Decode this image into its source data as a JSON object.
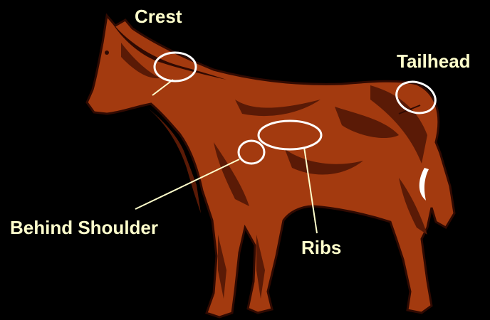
{
  "colors": {
    "background": "#000000",
    "horse_body": "#a33a0f",
    "horse_shadow": "#5a1a06",
    "horse_outline": "#300a02",
    "label_text": "#ffffcc",
    "marker": "#ffffff",
    "leader_line": "#ffffcc"
  },
  "labels": {
    "crest": "Crest",
    "tailhead": "Tailhead",
    "behind_shoulder": "Behind Shoulder",
    "ribs": "Ribs"
  }
}
